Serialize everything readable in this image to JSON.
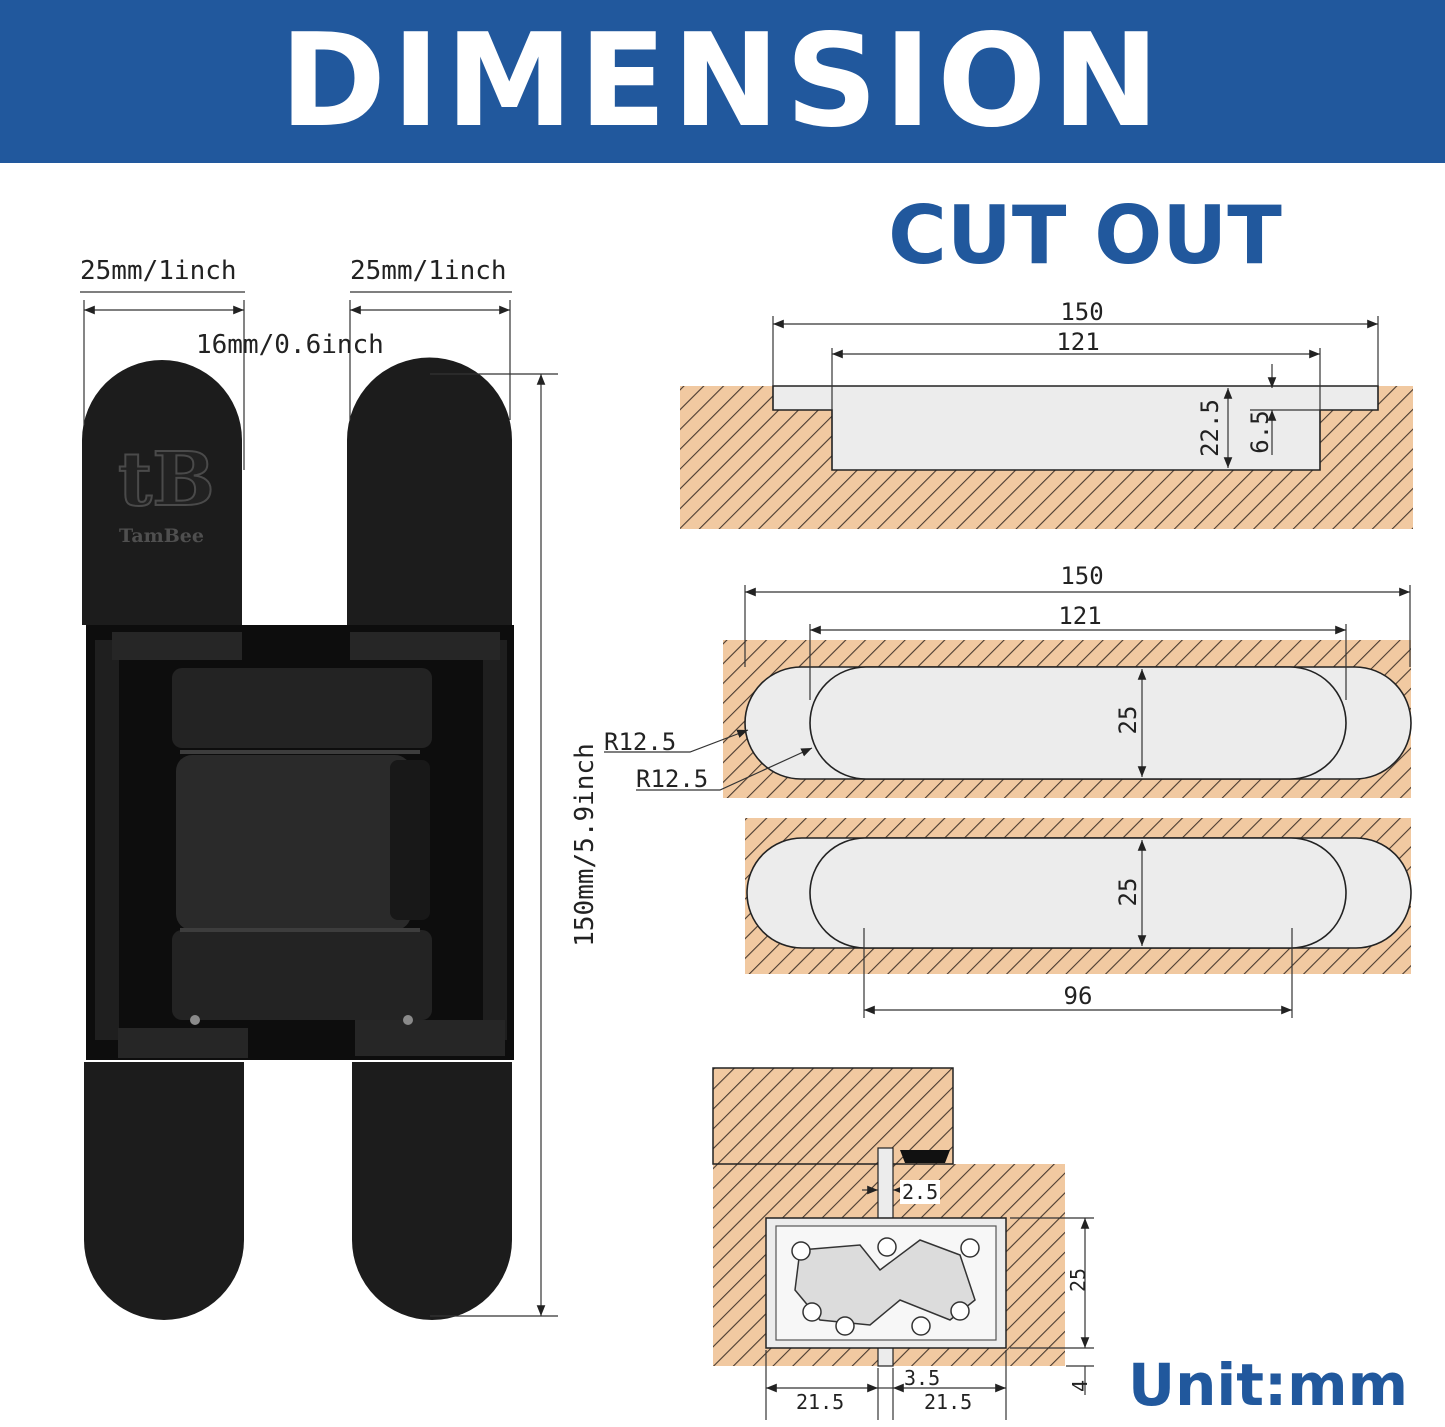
{
  "banner": {
    "title": "DIMENSION",
    "background": "#21589d",
    "text_color": "#ffffff"
  },
  "cutout": {
    "title": "CUT OUT",
    "color": "#21589d"
  },
  "hinge": {
    "brand": "TamBee",
    "logo_letters": "tB",
    "finish": "#1a1a1a",
    "dims": {
      "leaf_width_left": "25mm/1inch",
      "leaf_width_right": "25mm/1inch",
      "gap": "16mm/0.6inch",
      "height": "150mm/5.9inch"
    }
  },
  "mortise_top": {
    "outer_len": "150",
    "inner_len": "121",
    "depth": "22.5",
    "step": "6.5"
  },
  "mortise_round": {
    "outer_len": "150",
    "inner_len": "121",
    "width": "25",
    "radius_outer": "R12.5",
    "radius_inner": "R12.5"
  },
  "mortise_round2": {
    "width": "25",
    "hole_spacing": "96"
  },
  "section": {
    "clearance": "2.5",
    "depth": "25",
    "offset_left": "21.5",
    "offset_right": "21.5",
    "gap": "3.5",
    "reveal": "4"
  },
  "unit": "Unit:mm",
  "colors": {
    "wood": "#f1c9a1",
    "hatch": "#4a3b30",
    "cavity": "#ececec"
  }
}
